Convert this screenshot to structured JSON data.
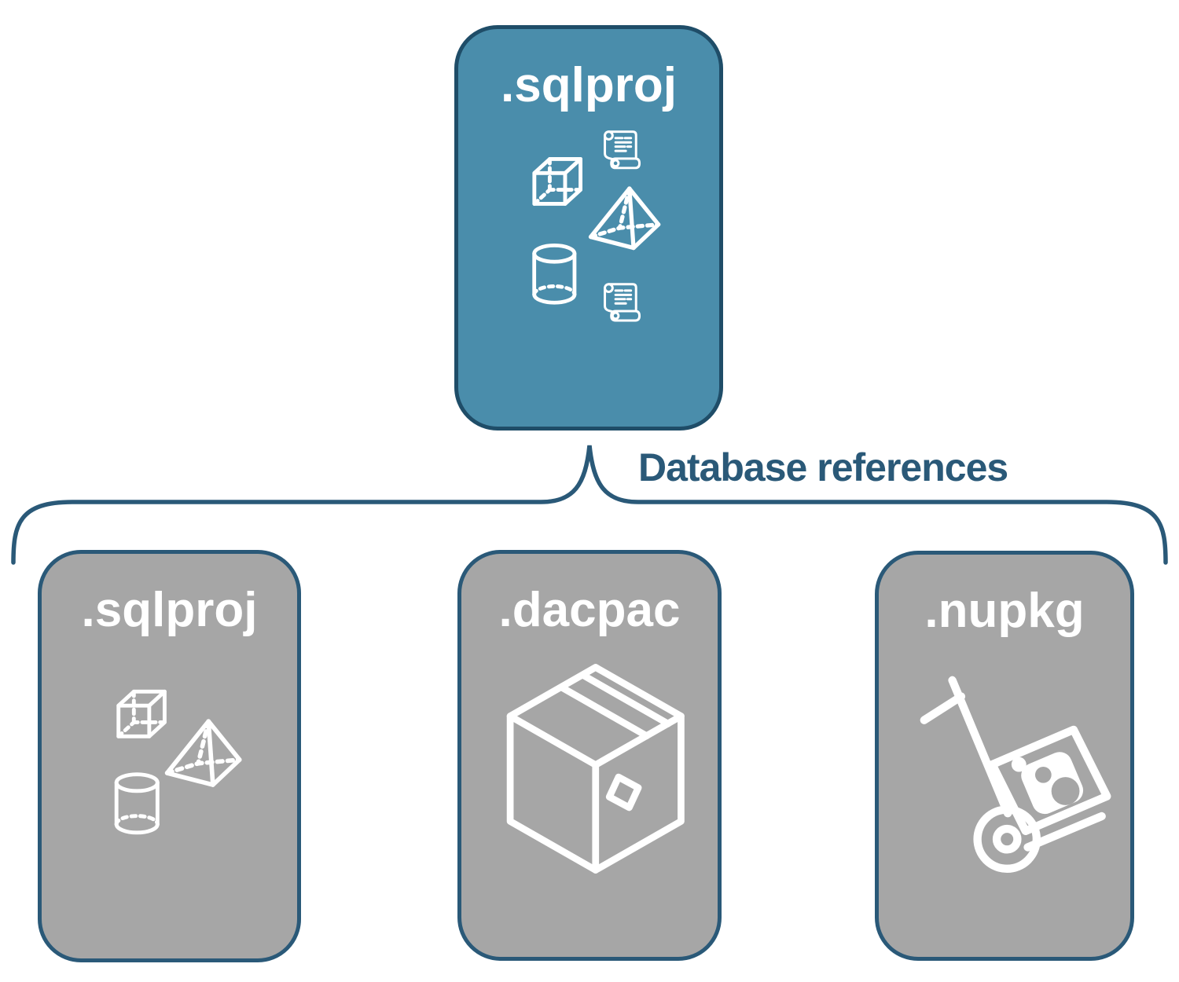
{
  "diagram": {
    "connector_label": "Database references",
    "root": {
      "label": ".sqlproj",
      "icons": [
        "script-scroll-icon",
        "cube-icon",
        "pyramid-icon",
        "cylinder-icon",
        "script-scroll-icon"
      ]
    },
    "children": [
      {
        "label": ".sqlproj",
        "icons": [
          "cube-icon",
          "pyramid-icon",
          "cylinder-icon"
        ]
      },
      {
        "label": ".dacpac",
        "icons": [
          "package-box-icon"
        ]
      },
      {
        "label": ".nupkg",
        "icons": [
          "hand-truck-nuget-icon"
        ]
      }
    ],
    "colors": {
      "root_fill": "#4A8DAB",
      "child_fill": "#A6A6A6",
      "border": "#1F4D68",
      "brace": "#2A5978",
      "label_text": "#2A5978",
      "icon_stroke": "#FFFFFF"
    }
  }
}
